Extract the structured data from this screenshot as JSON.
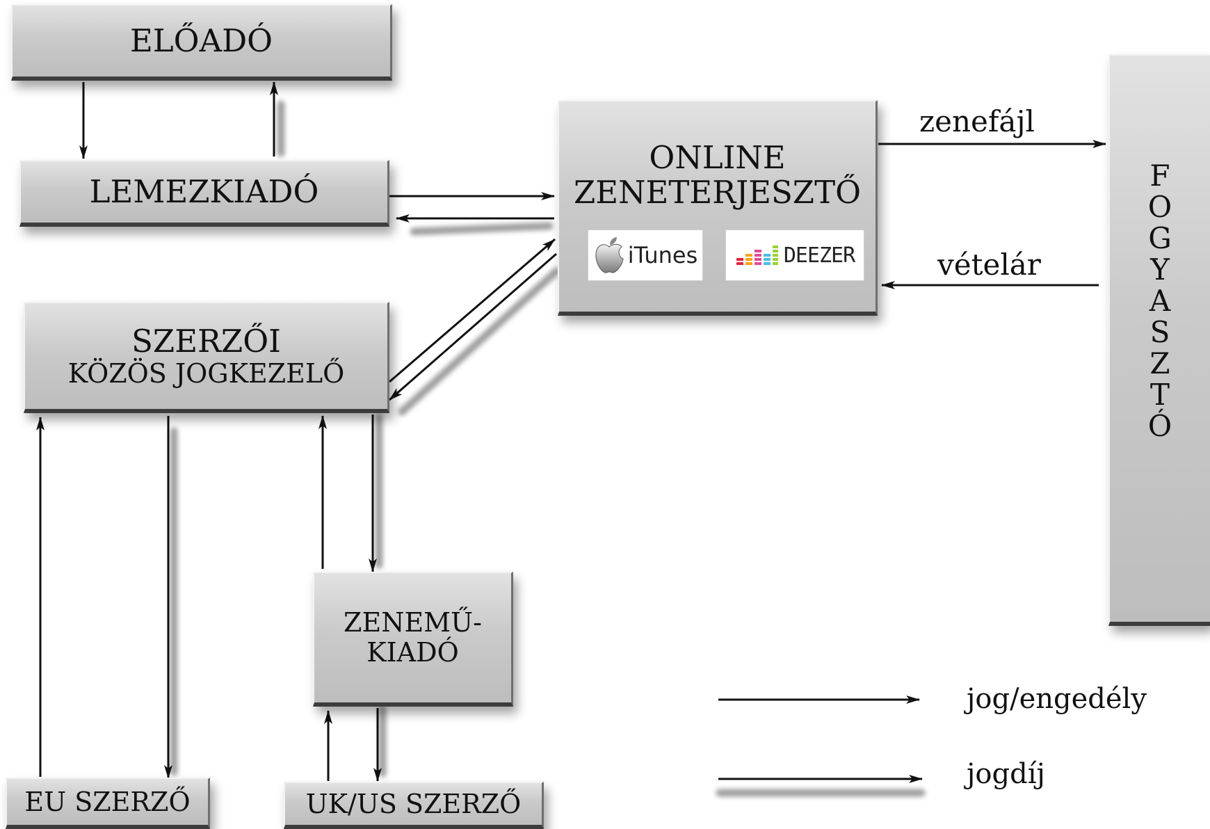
{
  "nodes": {
    "eloado": "ELŐADÓ",
    "lemezkiado": "LEMEZKIADÓ",
    "online_line1": "ONLINE",
    "online_line2": "ZENETERJESZTŐ",
    "szerzoi_line1": "SZERZŐI",
    "szerzoi_line2": "KÖZÖS JOGKEZELŐ",
    "zenemu_line1": "ZENEMŰ-",
    "zenemu_line2": "KIADÓ",
    "eu_szerzo": "EU SZERZŐ",
    "ukus_szerzo": "UK/US SZERZŐ",
    "fogyaszto": "FOGYASZTÓ"
  },
  "logos": {
    "itunes": "iTunes",
    "deezer": "DEEZER"
  },
  "edges": {
    "zenefajl": "zenefájl",
    "vetelar": "vételár"
  },
  "legend": {
    "right": "jog/engedély",
    "royalty": "jogdíj"
  },
  "colors": {
    "box_fill": "#c8c8c8",
    "arrow": "#111111",
    "royalty_shadow": "#9a9a9a"
  }
}
